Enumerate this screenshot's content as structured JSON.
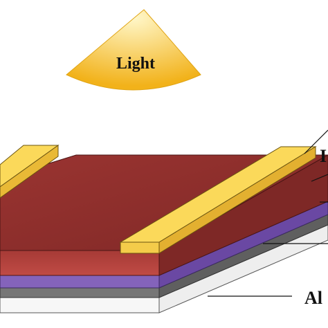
{
  "light": {
    "label": "Light",
    "color_inner": "#fff7c9",
    "color_outer": "#f2b21a"
  },
  "labels": {
    "top_right": "I",
    "bottom_right": "Al"
  },
  "colors": {
    "electrode_top": "#fbd95a",
    "electrode_front": "#f0c43c",
    "active_top": "#8e2f2d",
    "active_front": "#b5443f",
    "active_side": "#7a2624",
    "purple_layer": "#7c5bb2",
    "gray_layer": "#6f6f6f",
    "substrate": "#f4f4f4",
    "leader_line": "#111111"
  }
}
